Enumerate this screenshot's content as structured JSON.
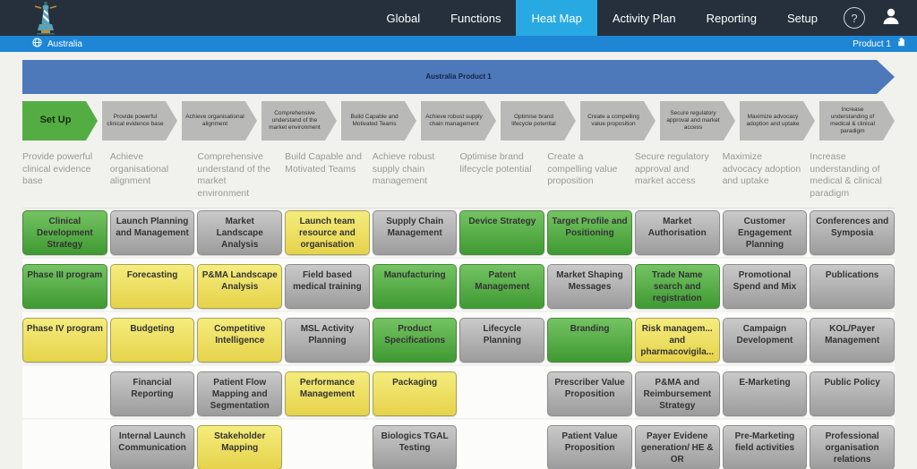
{
  "navbar": {
    "items": [
      {
        "label": "Global",
        "active": false
      },
      {
        "label": "Functions",
        "active": false
      },
      {
        "label": "Heat Map",
        "active": true
      },
      {
        "label": "Activity Plan",
        "active": false
      },
      {
        "label": "Reporting",
        "active": false
      },
      {
        "label": "Setup",
        "active": false
      }
    ],
    "help_label": "?"
  },
  "location_bar": {
    "location": "Australia",
    "product": "Product 1"
  },
  "banner": {
    "title": "Australia Product 1"
  },
  "steps": [
    {
      "label": "Set Up",
      "type": "green"
    },
    {
      "label": "Provide powerful clinical evidence base",
      "type": "gray"
    },
    {
      "label": "Achieve organisational alignment",
      "type": "gray"
    },
    {
      "label": "Comprehensive understand of the market environment",
      "type": "gray"
    },
    {
      "label": "Build Capable and Motivated Teams",
      "type": "gray"
    },
    {
      "label": "Achieve robust supply chain management",
      "type": "gray"
    },
    {
      "label": "Optimise brand lifecycle potential",
      "type": "gray"
    },
    {
      "label": "Create a compelling value proposition",
      "type": "gray"
    },
    {
      "label": "Secure regulatory approval and market access",
      "type": "gray"
    },
    {
      "label": "Maximize advocacy adoption and uptake",
      "type": "gray"
    },
    {
      "label": "Increase understanding of medical & clinical paradigm",
      "type": "gray"
    }
  ],
  "columns": [
    {
      "header": "Provide powerful clinical evidence base",
      "cards": [
        {
          "label": "Clinical Development Strategy",
          "color": "green"
        },
        {
          "label": "Phase III program",
          "color": "green"
        },
        {
          "label": "Phase IV program",
          "color": "yellow"
        }
      ]
    },
    {
      "header": "Achieve organisational alignment",
      "cards": [
        {
          "label": "Launch Planning and Management",
          "color": "gray"
        },
        {
          "label": "Forecasting",
          "color": "yellow"
        },
        {
          "label": "Budgeting",
          "color": "yellow"
        },
        {
          "label": "Financial Reporting",
          "color": "gray"
        },
        {
          "label": "Internal Launch Communication",
          "color": "gray"
        }
      ]
    },
    {
      "header": "Comprehensive understand of the market environment",
      "cards": [
        {
          "label": "Market Landscape Analysis",
          "color": "gray"
        },
        {
          "label": "P&MA Landscape Analysis",
          "color": "yellow"
        },
        {
          "label": "Competitive Intelligence",
          "color": "yellow"
        },
        {
          "label": "Patient Flow Mapping and Segmentation",
          "color": "gray"
        },
        {
          "label": "Stakeholder Mapping",
          "color": "yellow"
        }
      ]
    },
    {
      "header": "Build Capable and Motivated Teams",
      "cards": [
        {
          "label": "Launch team resource and organisation",
          "color": "yellow"
        },
        {
          "label": "Field based medical training",
          "color": "gray"
        },
        {
          "label": "MSL Activity Planning",
          "color": "gray"
        },
        {
          "label": "Performance Management",
          "color": "yellow"
        }
      ]
    },
    {
      "header": "Achieve robust supply chain management",
      "cards": [
        {
          "label": "Supply Chain Management",
          "color": "gray"
        },
        {
          "label": "Manufacturing",
          "color": "green"
        },
        {
          "label": "Product Specifications",
          "color": "green"
        },
        {
          "label": "Packaging",
          "color": "yellow"
        },
        {
          "label": "Biologics TGAL Testing",
          "color": "gray"
        }
      ]
    },
    {
      "header": "Optimise brand lifecycle potential",
      "cards": [
        {
          "label": "Device Strategy",
          "color": "green"
        },
        {
          "label": "Patent Management",
          "color": "green"
        },
        {
          "label": "Lifecycle Planning",
          "color": "gray"
        }
      ]
    },
    {
      "header": "Create a compelling value proposition",
      "cards": [
        {
          "label": "Target Profile and Positioning",
          "color": "green"
        },
        {
          "label": "Market Shaping Messages",
          "color": "gray"
        },
        {
          "label": "Branding",
          "color": "green"
        },
        {
          "label": "Prescriber Value Proposition",
          "color": "gray"
        },
        {
          "label": "Patient Value Proposition",
          "color": "gray"
        }
      ]
    },
    {
      "header": "Secure regulatory approval and market access",
      "cards": [
        {
          "label": "Market Authorisation",
          "color": "gray"
        },
        {
          "label": "Trade Name search and registration",
          "color": "green"
        },
        {
          "label": "Risk managem... and pharmacovigila...",
          "color": "yellow"
        },
        {
          "label": "P&MA and Reimbursement Strategy",
          "color": "gray"
        },
        {
          "label": "Payer Evidene generation/ HE & OR",
          "color": "gray"
        }
      ]
    },
    {
      "header": "Maximize advocacy adoption and uptake",
      "cards": [
        {
          "label": "Customer Engagement Planning",
          "color": "gray"
        },
        {
          "label": "Promotional Spend and Mix",
          "color": "gray"
        },
        {
          "label": "Campaign Development",
          "color": "gray"
        },
        {
          "label": "E-Marketing",
          "color": "gray"
        },
        {
          "label": "Pre-Marketing field activities",
          "color": "gray"
        }
      ]
    },
    {
      "header": "Increase understanding of medical & clinical paradigm",
      "cards": [
        {
          "label": "Conferences and Symposia",
          "color": "gray"
        },
        {
          "label": "Publications",
          "color": "gray"
        },
        {
          "label": "KOL/Payer Management",
          "color": "gray"
        },
        {
          "label": "Public Policy",
          "color": "gray"
        },
        {
          "label": "Professional organisation relations",
          "color": "gray"
        }
      ]
    }
  ],
  "colors": {
    "navbar_bg": "#26303c",
    "active_tab": "#29a9e1",
    "location_bar": "#1f86d6",
    "banner": "#4d79bb",
    "step_green": "#54ad43",
    "card_green": "#4f9e41",
    "card_yellow": "#ecd95e",
    "card_gray": "#b2b2b2"
  }
}
